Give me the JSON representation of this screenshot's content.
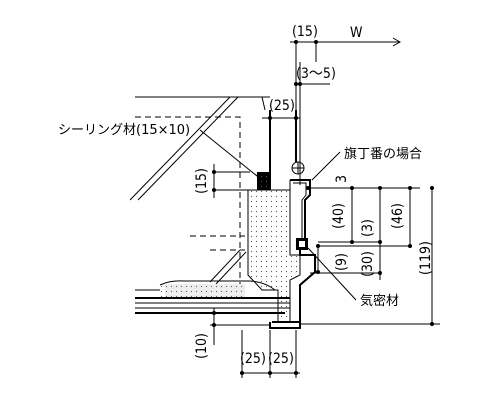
{
  "labels": {
    "direction": "W",
    "sealant": "シーリング材(15×10)",
    "hinge_case": "旗丁番の場合",
    "airtight": "気密材",
    "three": "3"
  },
  "dimensions": {
    "d15_top": "(15)",
    "d3to5": "(3〜5)",
    "d25_top": "(25)",
    "d15_left": "(15)",
    "d40": "(40)",
    "d3": "(3)",
    "d46": "(46)",
    "d9": "(9)",
    "d30": "(30)",
    "d119": "(119)",
    "d10": "(10)",
    "d25a": "(25)",
    "d25b": "(25)"
  },
  "icons": {
    "hinge_marker": "circle-plus-icon"
  }
}
